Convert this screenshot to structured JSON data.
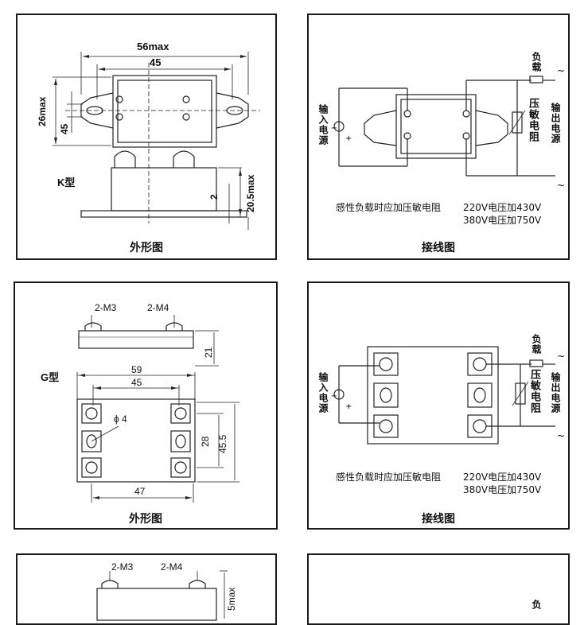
{
  "row1": {
    "outline": {
      "caption": "外形图",
      "type_label": "K型",
      "dims": {
        "w56": "56max",
        "w45": "45",
        "h26": "26max",
        "h45": "45",
        "h2": "2",
        "h205": "20.5max"
      }
    },
    "wiring": {
      "caption": "接线图",
      "input_label": "输入电源",
      "load_label": "负载",
      "varistor_label": "压敏电阻",
      "output_label": "输出电源",
      "note_main": "感性负载时应加压敏电阻",
      "note_220": "220V电压加430V",
      "note_380": "380V电压加750V"
    }
  },
  "row2": {
    "outline": {
      "caption": "外形图",
      "type_label": "G型",
      "m3": "2-M3",
      "m4": "2-M4",
      "dims": {
        "h21": "21",
        "w59": "59",
        "w45": "45",
        "phi": "ϕ 4",
        "h28": "28",
        "h455": "45.5",
        "w47": "47"
      }
    },
    "wiring": {
      "caption": "接线图",
      "input_label": "输入电源",
      "load_label": "负载",
      "varistor_label": "压敏电阻",
      "output_label": "输出电源",
      "note_main": "感性负载时应加压敏电阻",
      "note_220": "220V电压加430V",
      "note_380": "380V电压加750V"
    }
  },
  "row3": {
    "outline": {
      "m3": "2-M3",
      "m4": "2-M4",
      "dim_partial": "5max"
    },
    "wiring": {
      "load_partial": "负"
    }
  }
}
